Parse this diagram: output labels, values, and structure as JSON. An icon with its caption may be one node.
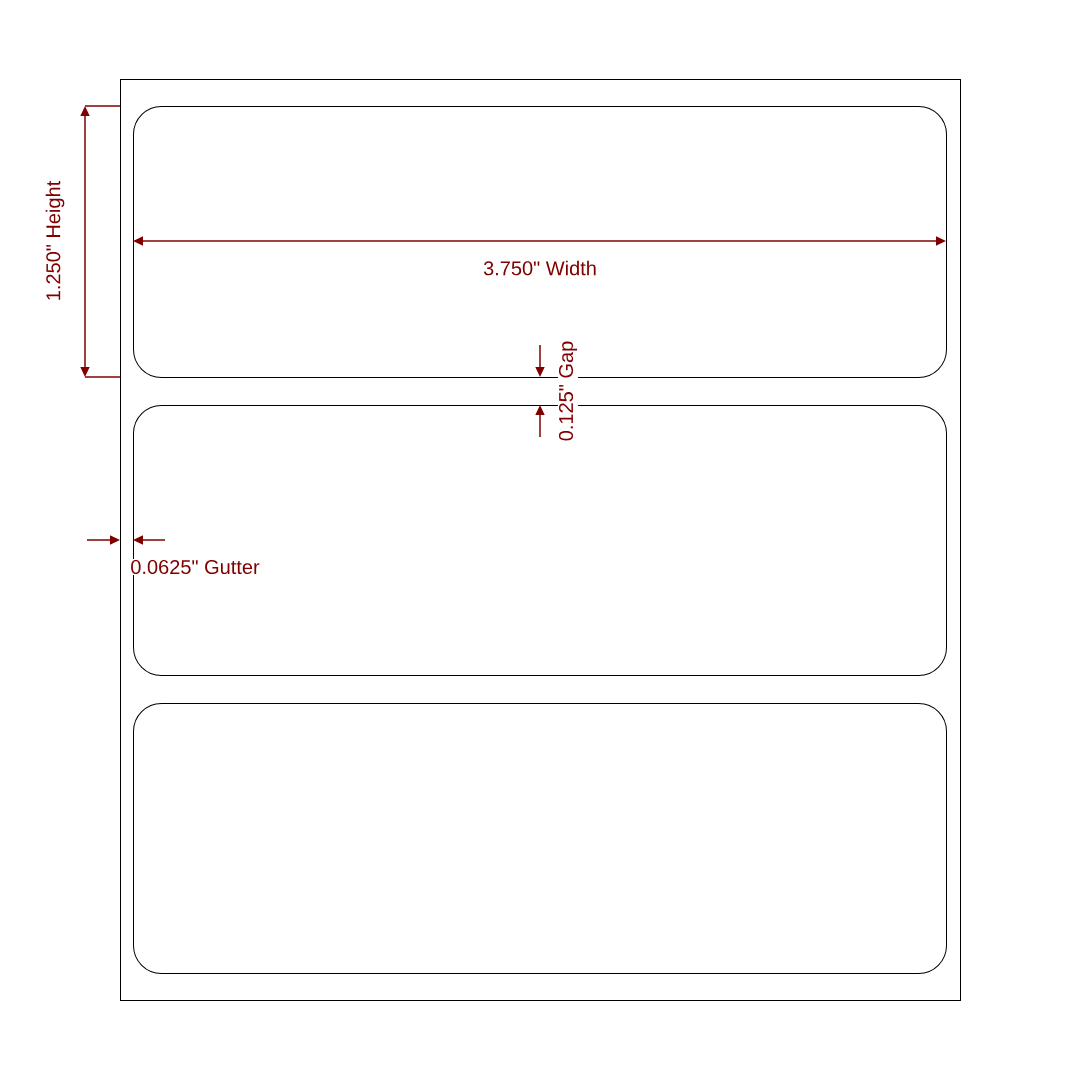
{
  "diagram": {
    "nodes": [
      {
        "text": [],
        "shape": "box"
      },
      {
        "text": [],
        "shape": "box",
        "in": 0
      },
      {
        "text": [],
        "shape": "box",
        "in": 0
      },
      {
        "text": [],
        "shape": "box",
        "in": 0
      }
    ],
    "labels": [
      "1.250\" Height",
      "3.750\" Width",
      "0.125\" Gap",
      "0.0625\" Gutter"
    ]
  }
}
